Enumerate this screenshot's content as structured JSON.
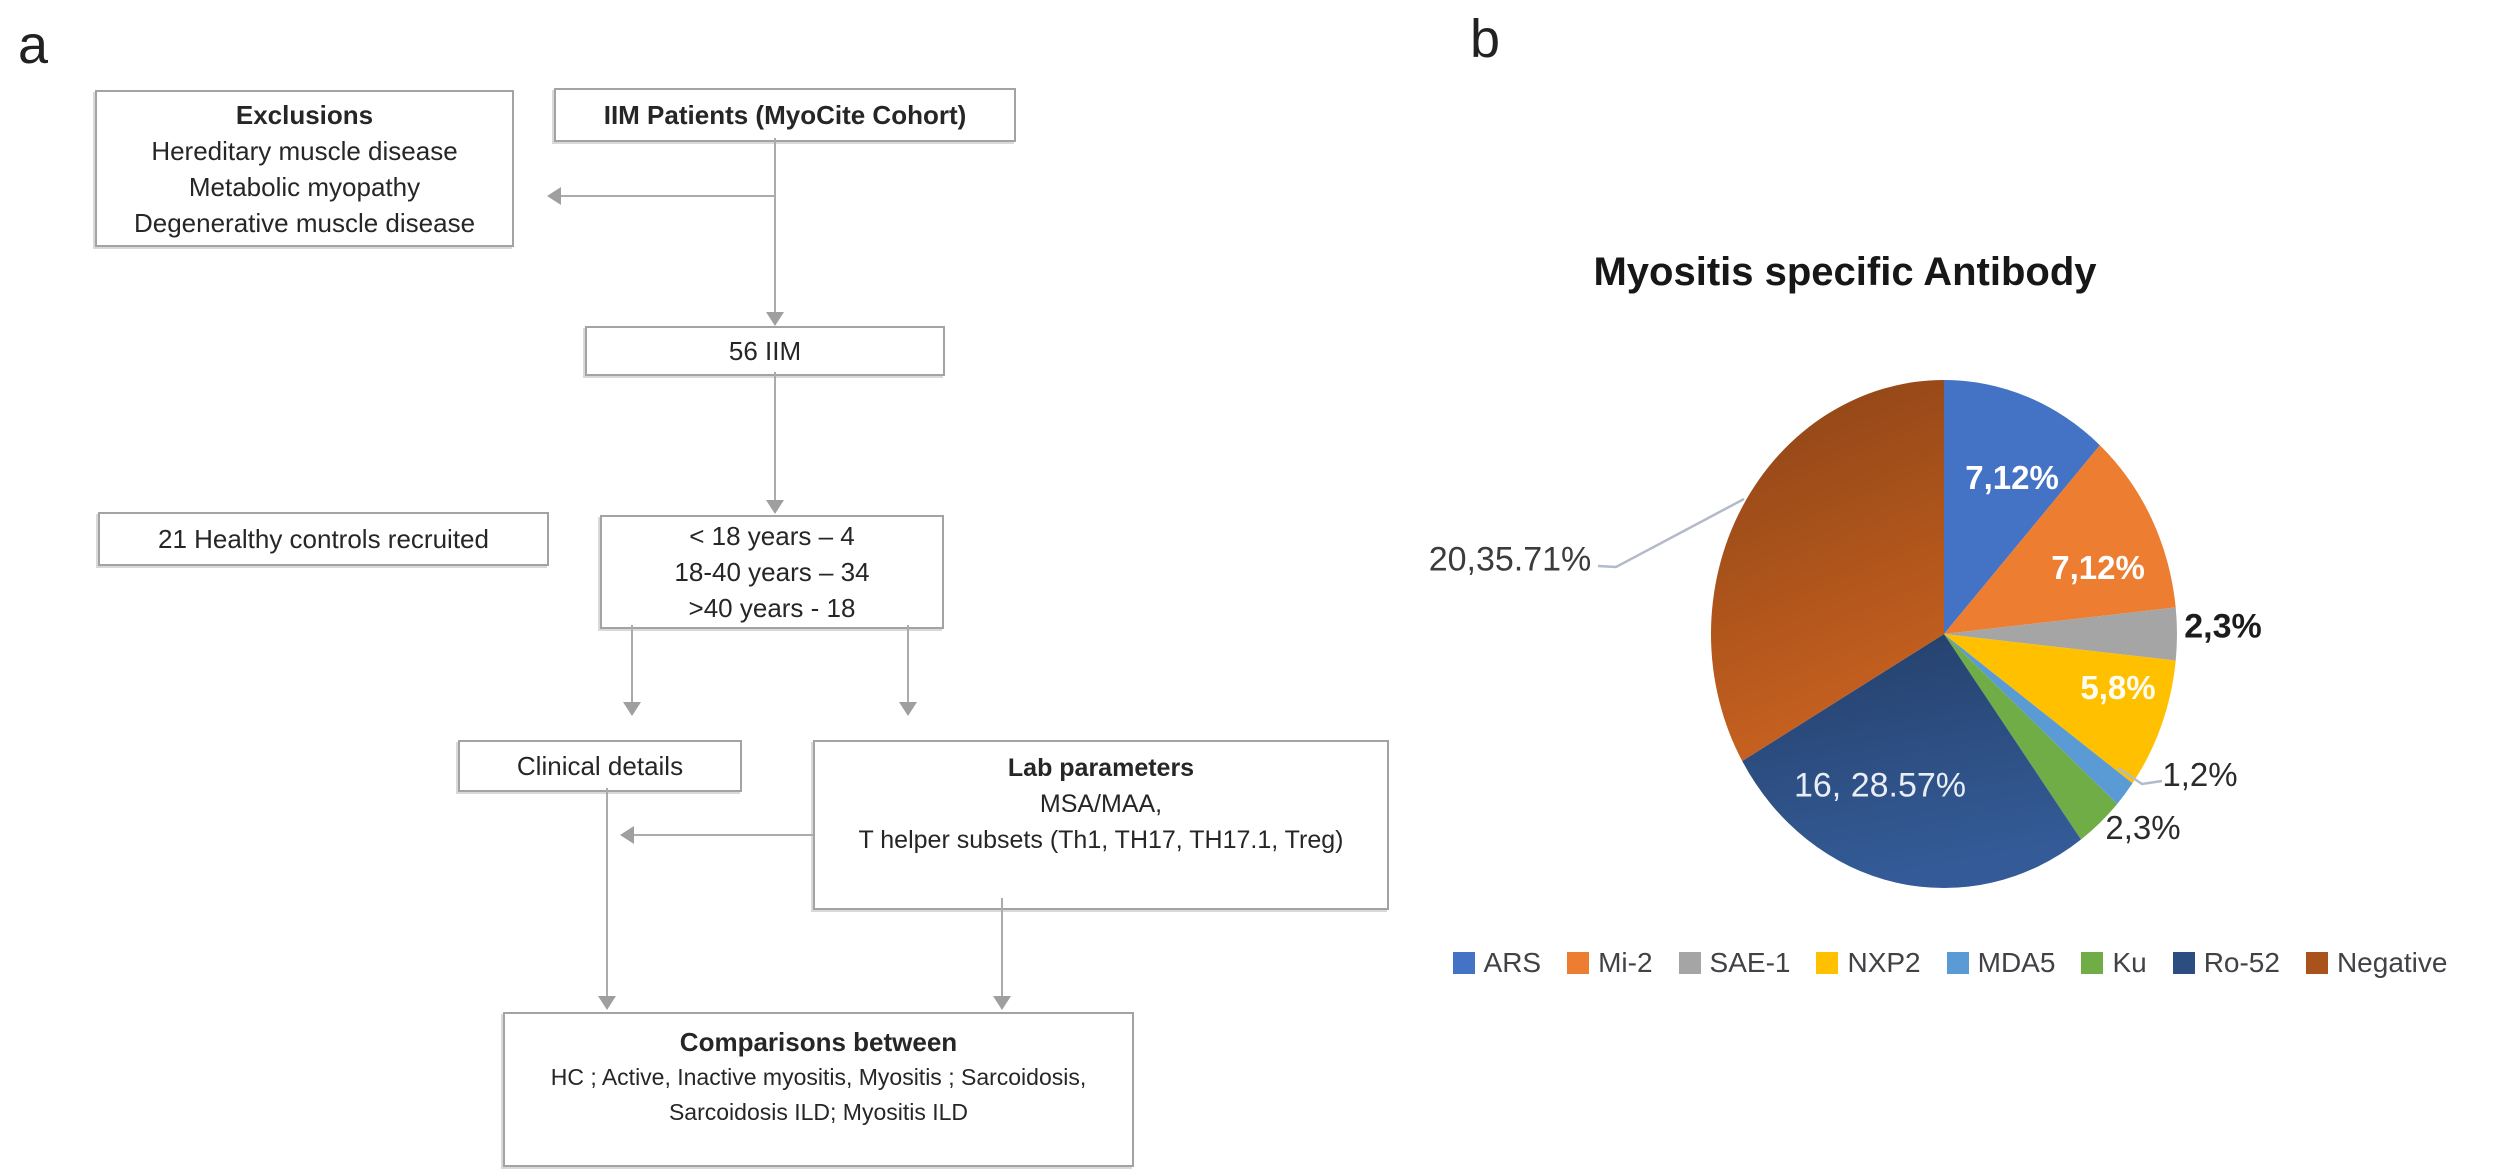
{
  "panels": {
    "a_label": "a",
    "b_label": "b"
  },
  "flowchart": {
    "exclusions": {
      "title": "Exclusions",
      "lines": [
        "Hereditary muscle disease",
        "Metabolic myopathy",
        "Degenerative muscle disease"
      ]
    },
    "iim_patients": {
      "title": "IIM Patients (MyoCite Cohort)"
    },
    "iim_count": {
      "label": "56 IIM"
    },
    "healthy_controls": {
      "label": "21 Healthy controls recruited"
    },
    "age_groups": {
      "lines": [
        "< 18 years – 4",
        "18-40 years – 34",
        ">40 years - 18"
      ]
    },
    "clinical_details": {
      "label": "Clinical details"
    },
    "lab_parameters": {
      "title": "Lab parameters",
      "lines": [
        "MSA/MAA,",
        "T helper subsets (Th1, TH17, TH17.1, Treg)"
      ]
    },
    "comparisons": {
      "title": "Comparisons between",
      "lines": [
        "HC ; Active, Inactive myositis,  Myositis ; Sarcoidosis,",
        "Sarcoidosis ILD; Myositis ILD"
      ]
    }
  },
  "chart_data": {
    "type": "pie",
    "title": "Myositis specific Antibody",
    "total": 56,
    "start_angle": "12 o'clock",
    "direction": "clockwise",
    "legend_position": "bottom",
    "slices": [
      {
        "name": "ARS",
        "count": 7,
        "percent": 12,
        "label": "7,12%",
        "color": "#4472C4"
      },
      {
        "name": "Mi-2",
        "count": 7,
        "percent": 12,
        "label": "7,12%",
        "color": "#ED7D31"
      },
      {
        "name": "SAE-1",
        "count": 2,
        "percent": 3,
        "label": "2,3%",
        "color": "#A5A5A5"
      },
      {
        "name": "NXP2",
        "count": 5,
        "percent": 8,
        "label": "5,8%",
        "color": "#FFC000"
      },
      {
        "name": "MDA5",
        "count": 1,
        "percent": 2,
        "label": "1,2%",
        "color": "#5B9BD5"
      },
      {
        "name": "Ku",
        "count": 2,
        "percent": 3,
        "label": "2,3%",
        "color": "#70AD47"
      },
      {
        "name": "Ro-52",
        "count": 16,
        "percent": 28.57,
        "label": "16, 28.57%",
        "color": "#2C4D80"
      },
      {
        "name": "Negative",
        "count": 20,
        "percent": 35.71,
        "label": "20,35.71%",
        "color": "#A9521B"
      }
    ]
  }
}
